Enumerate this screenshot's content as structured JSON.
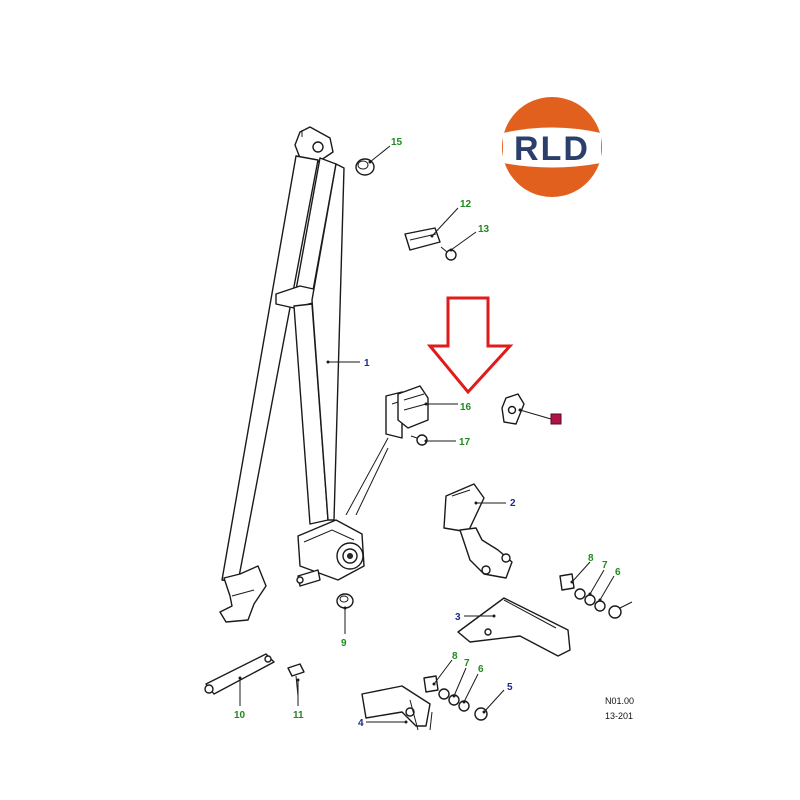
{
  "logo": {
    "text": "RLD",
    "colors": {
      "ring": "#e2601e",
      "band": "#ffffff",
      "text": "#2c3f6b"
    }
  },
  "callouts": [
    {
      "id": "1",
      "color": "blue"
    },
    {
      "id": "2",
      "color": "blue"
    },
    {
      "id": "3",
      "color": "blue"
    },
    {
      "id": "4",
      "color": "blue"
    },
    {
      "id": "5",
      "color": "blue"
    },
    {
      "id": "6",
      "color": "green"
    },
    {
      "id": "7",
      "color": "green"
    },
    {
      "id": "8",
      "color": "green"
    },
    {
      "id": "9",
      "color": "green"
    },
    {
      "id": "10",
      "color": "green"
    },
    {
      "id": "11",
      "color": "green"
    },
    {
      "id": "12",
      "color": "green"
    },
    {
      "id": "13",
      "color": "green"
    },
    {
      "id": "15",
      "color": "green"
    },
    {
      "id": "16",
      "color": "green"
    },
    {
      "id": "17",
      "color": "green"
    },
    {
      "id": "6",
      "color": "green"
    },
    {
      "id": "7",
      "color": "green"
    },
    {
      "id": "8",
      "color": "green"
    }
  ],
  "marker_color": "#b0134a",
  "arrow_color": "#e01b1b",
  "reference": {
    "code": "N01.00",
    "date": "13-201"
  },
  "colors": {
    "green_label": "#1f8a1f",
    "blue_label": "#1c2a8a",
    "line": "#1a1a1a"
  }
}
